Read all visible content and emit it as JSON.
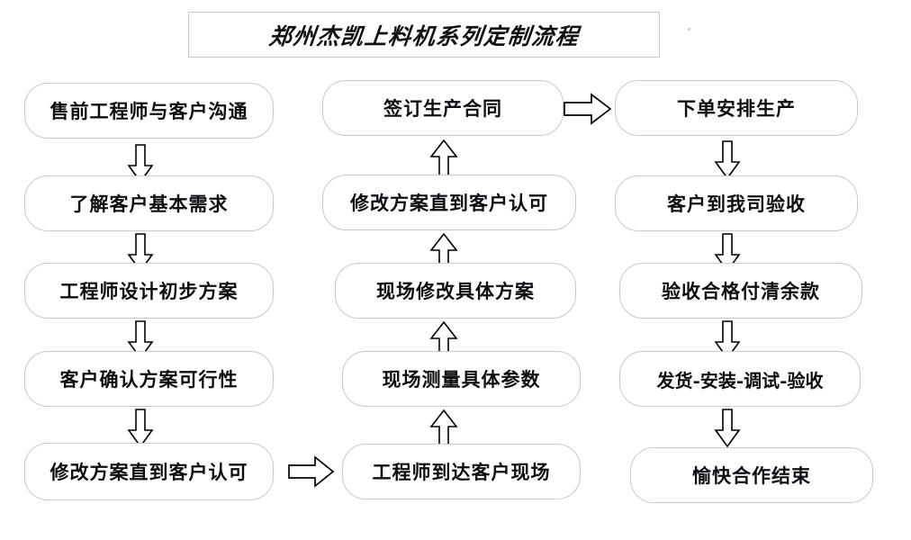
{
  "title": {
    "text": "郑州杰凯上料机系列定制流程"
  },
  "colors": {
    "background": "#ffffff",
    "box_border": "#c9c9c9",
    "title_border": "#c8c8c8",
    "text": "#0d0d12",
    "arrow_stroke": "#000000"
  },
  "columns": [
    {
      "name": "column-1-presales",
      "nodes": [
        {
          "id": "n1",
          "label": "售前工程师与客户沟通"
        },
        {
          "id": "n2",
          "label": "了解客户基本需求"
        },
        {
          "id": "n3",
          "label": "工程师设计初步方案"
        },
        {
          "id": "n4",
          "label": "客户确认方案可行性"
        },
        {
          "id": "n5",
          "label": "修改方案直到客户认可"
        }
      ]
    },
    {
      "name": "column-2-onsite",
      "nodes": [
        {
          "id": "n6",
          "label": "签订生产合同"
        },
        {
          "id": "n7",
          "label": "修改方案直到客户认可"
        },
        {
          "id": "n8",
          "label": "现场修改具体方案"
        },
        {
          "id": "n9",
          "label": "现场测量具体参数"
        },
        {
          "id": "n10",
          "label": "工程师到达客户现场"
        }
      ]
    },
    {
      "name": "column-3-production",
      "nodes": [
        {
          "id": "n11",
          "label": "下单安排生产"
        },
        {
          "id": "n12",
          "label": "客户到我司验收"
        },
        {
          "id": "n13",
          "label": "验收合格付清余款"
        },
        {
          "id": "n14",
          "label": "发货-安装-调试-验收"
        },
        {
          "id": "n15",
          "label": "愉快合作结束"
        }
      ]
    }
  ],
  "arrows": [
    {
      "id": "a1",
      "direction": "down",
      "from": "n1",
      "to": "n2"
    },
    {
      "id": "a2",
      "direction": "down",
      "from": "n2",
      "to": "n3"
    },
    {
      "id": "a3",
      "direction": "down",
      "from": "n3",
      "to": "n4"
    },
    {
      "id": "a4",
      "direction": "down",
      "from": "n4",
      "to": "n5"
    },
    {
      "id": "a5",
      "direction": "right",
      "from": "n5",
      "to": "n10"
    },
    {
      "id": "a6",
      "direction": "up",
      "from": "n10",
      "to": "n9"
    },
    {
      "id": "a7",
      "direction": "up",
      "from": "n9",
      "to": "n8"
    },
    {
      "id": "a8",
      "direction": "up",
      "from": "n8",
      "to": "n7"
    },
    {
      "id": "a9",
      "direction": "up",
      "from": "n7",
      "to": "n6"
    },
    {
      "id": "a10",
      "direction": "right",
      "from": "n6",
      "to": "n11"
    },
    {
      "id": "a11",
      "direction": "down",
      "from": "n11",
      "to": "n12"
    },
    {
      "id": "a12",
      "direction": "down",
      "from": "n12",
      "to": "n13"
    },
    {
      "id": "a13",
      "direction": "down",
      "from": "n13",
      "to": "n14"
    },
    {
      "id": "a14",
      "direction": "down",
      "from": "n14",
      "to": "n15"
    }
  ]
}
